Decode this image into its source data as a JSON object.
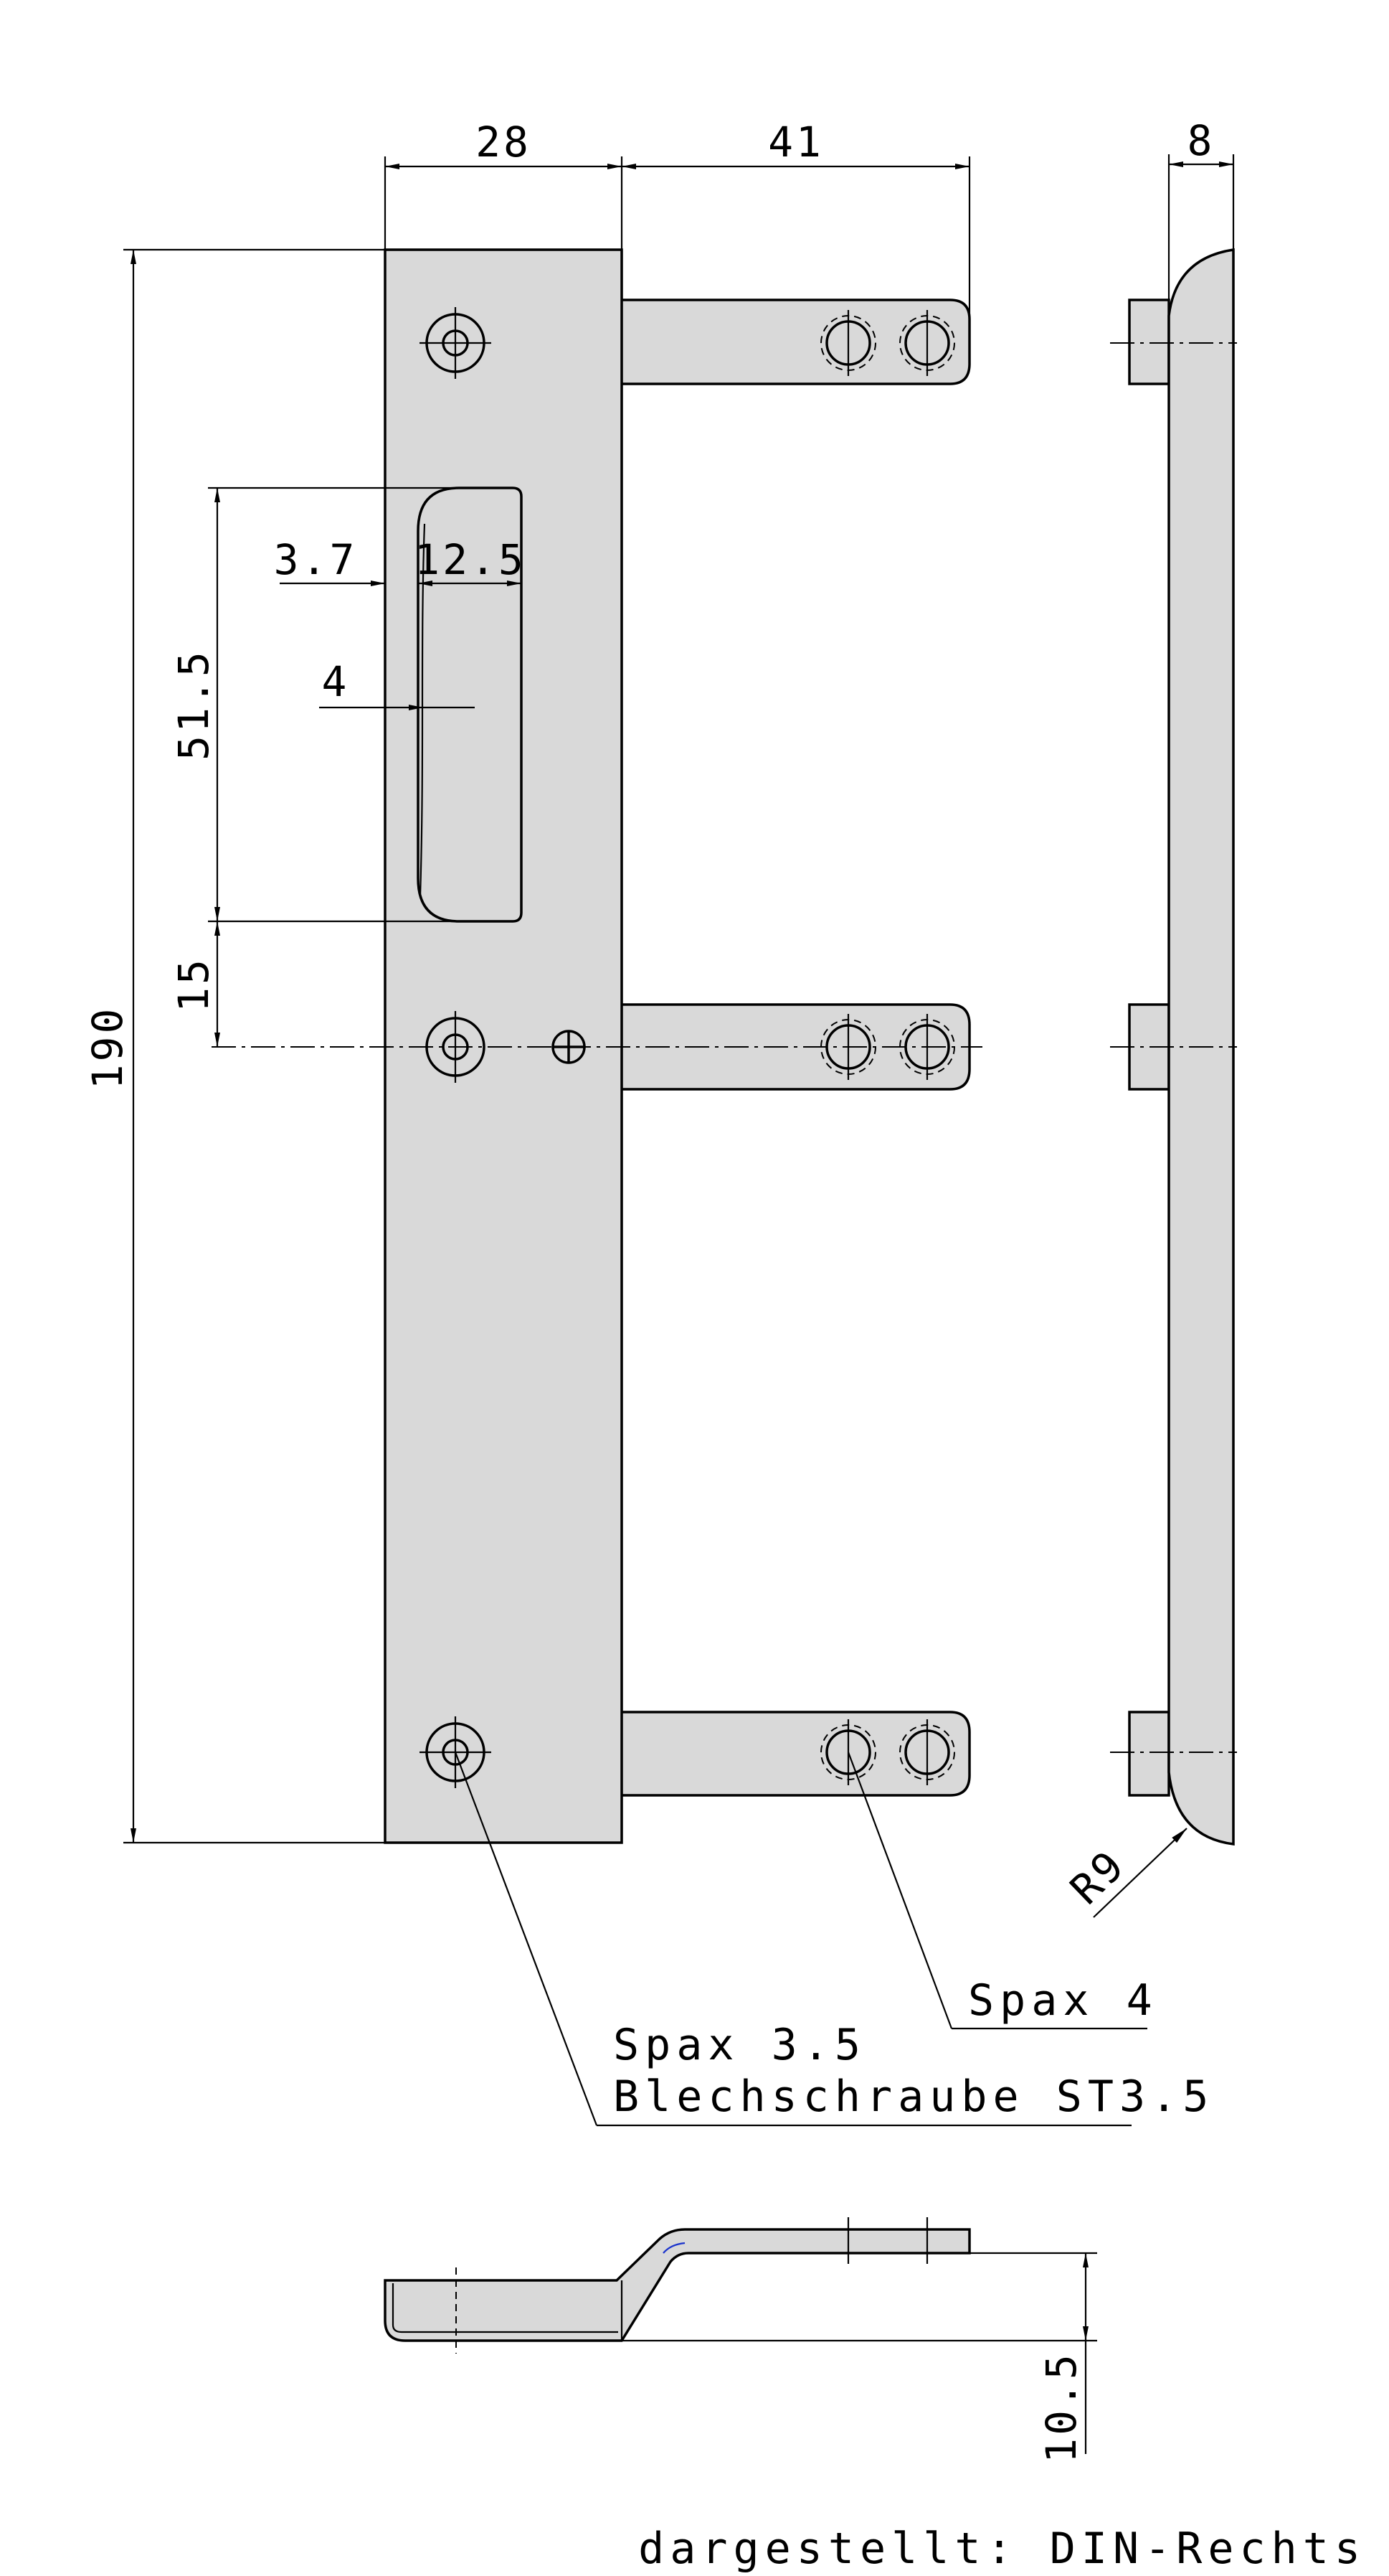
{
  "dimensions": {
    "d28": "28",
    "d41": "41",
    "d8": "8",
    "d190": "190",
    "d51_5": "51.5",
    "d15": "15",
    "d3_7": "3.7",
    "d12_5": "12.5",
    "d4": "4",
    "r9": "R9",
    "d10_5": "10.5"
  },
  "callouts": {
    "spax4": "Spax 4",
    "spax35": "Spax 3.5",
    "blech": "Blechschraube ST3.5"
  },
  "caption": "dargestellt: DIN-Rechts",
  "colors": {
    "part_fill": "#d9d9d9",
    "line": "#000000",
    "accent": "#1a33cc"
  }
}
